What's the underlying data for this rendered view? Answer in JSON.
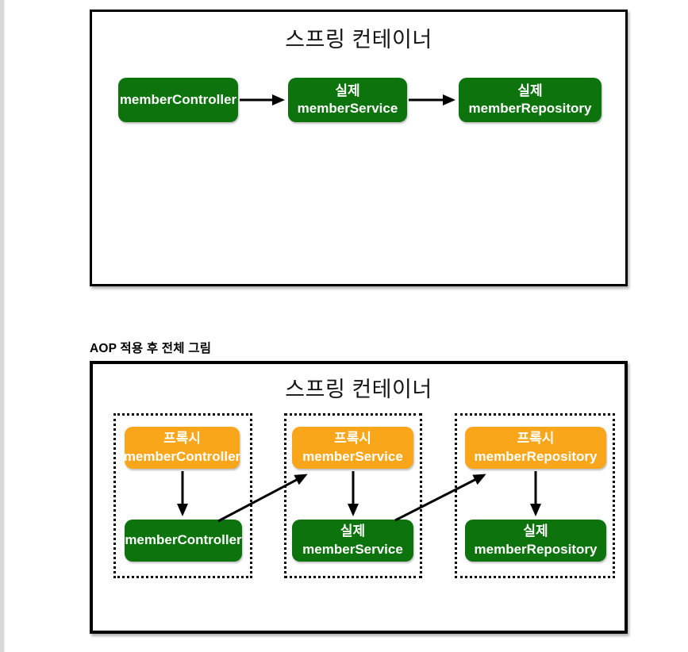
{
  "colors": {
    "green": "#0D730D",
    "orange": "#FAA61B",
    "box_text": "#FFFFFF",
    "line": "#000000",
    "left_strip": "#D8D8D8"
  },
  "before_aop": {
    "title": "스프링 컨테이너",
    "nodes": [
      {
        "lines": [
          "memberController"
        ]
      },
      {
        "lines": [
          "실제",
          "memberService"
        ]
      },
      {
        "lines": [
          "실제",
          "memberRepository"
        ]
      }
    ]
  },
  "section_label": "AOP 적용 후 전체 그림",
  "after_aop": {
    "title": "스프링 컨테이너",
    "groups": [
      {
        "proxy": {
          "lines": [
            "프록시",
            "memberController"
          ]
        },
        "target": {
          "lines": [
            "memberController"
          ]
        }
      },
      {
        "proxy": {
          "lines": [
            "프록시",
            "memberService"
          ]
        },
        "target": {
          "lines": [
            "실제",
            "memberService"
          ]
        }
      },
      {
        "proxy": {
          "lines": [
            "프록시",
            "memberRepository"
          ]
        },
        "target": {
          "lines": [
            "실제",
            "memberRepository"
          ]
        }
      }
    ]
  }
}
